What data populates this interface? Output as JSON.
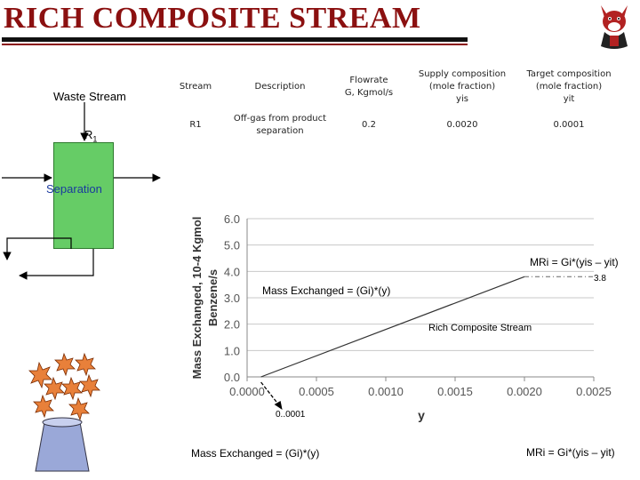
{
  "title": "RICH COMPOSITE STREAM",
  "diagram": {
    "waste_stream_label": "Waste Stream",
    "stream_label": "R",
    "stream_sub": "1",
    "separation_label": "Separation"
  },
  "table": {
    "headers": {
      "stream": "Stream",
      "description": "Description",
      "flowrate_l1": "Flowrate",
      "flowrate_l2": "G, Kgmol/s",
      "supply_l1": "Supply composition",
      "supply_l2": "(mole fraction)",
      "supply_l3": "yis",
      "target_l1": "Target composition",
      "target_l2": "(mole fraction)",
      "target_l3": "yit"
    },
    "row": {
      "stream": "R1",
      "description_l1": "Off-gas from product",
      "description_l2": "separation",
      "flowrate": "0.2",
      "supply": "0.0020",
      "target": "0.0001"
    }
  },
  "annotations": {
    "mr_formula_top": "MRi = Gi*(yis – yit)",
    "mass_exchanged_mid": "Mass Exchanged = (Gi)*(y)",
    "rich_composite": "Rich Composite Stream",
    "value_3_8": "3.8",
    "value_0_0001": "0..0001",
    "mass_exchanged_bottom": "Mass Exchanged = (Gi)*(y)",
    "mr_formula_bottom": "MRi = Gi*(yis – yit)"
  },
  "chart_data": {
    "type": "line",
    "xlabel": "y",
    "ylabel_l1": "Mass Exchanged, 10-4 Kgmol",
    "ylabel_l2": "Benzene/s",
    "xlim": [
      0,
      0.0025
    ],
    "ylim": [
      0,
      6.0
    ],
    "xticks": [
      "0.0000",
      "0.0005",
      "0.0010",
      "0.0015",
      "0.0020",
      "0.0025"
    ],
    "yticks": [
      "0.0",
      "1.0",
      "2.0",
      "3.0",
      "4.0",
      "5.0",
      "6.0"
    ],
    "grid": true,
    "series": [
      {
        "name": "Rich Composite Stream",
        "x": [
          0.0001,
          0.002
        ],
        "y": [
          0.0,
          3.8
        ]
      }
    ],
    "extension": {
      "x": [
        0.002,
        0.0025
      ],
      "y": [
        3.8,
        3.8
      ]
    }
  }
}
